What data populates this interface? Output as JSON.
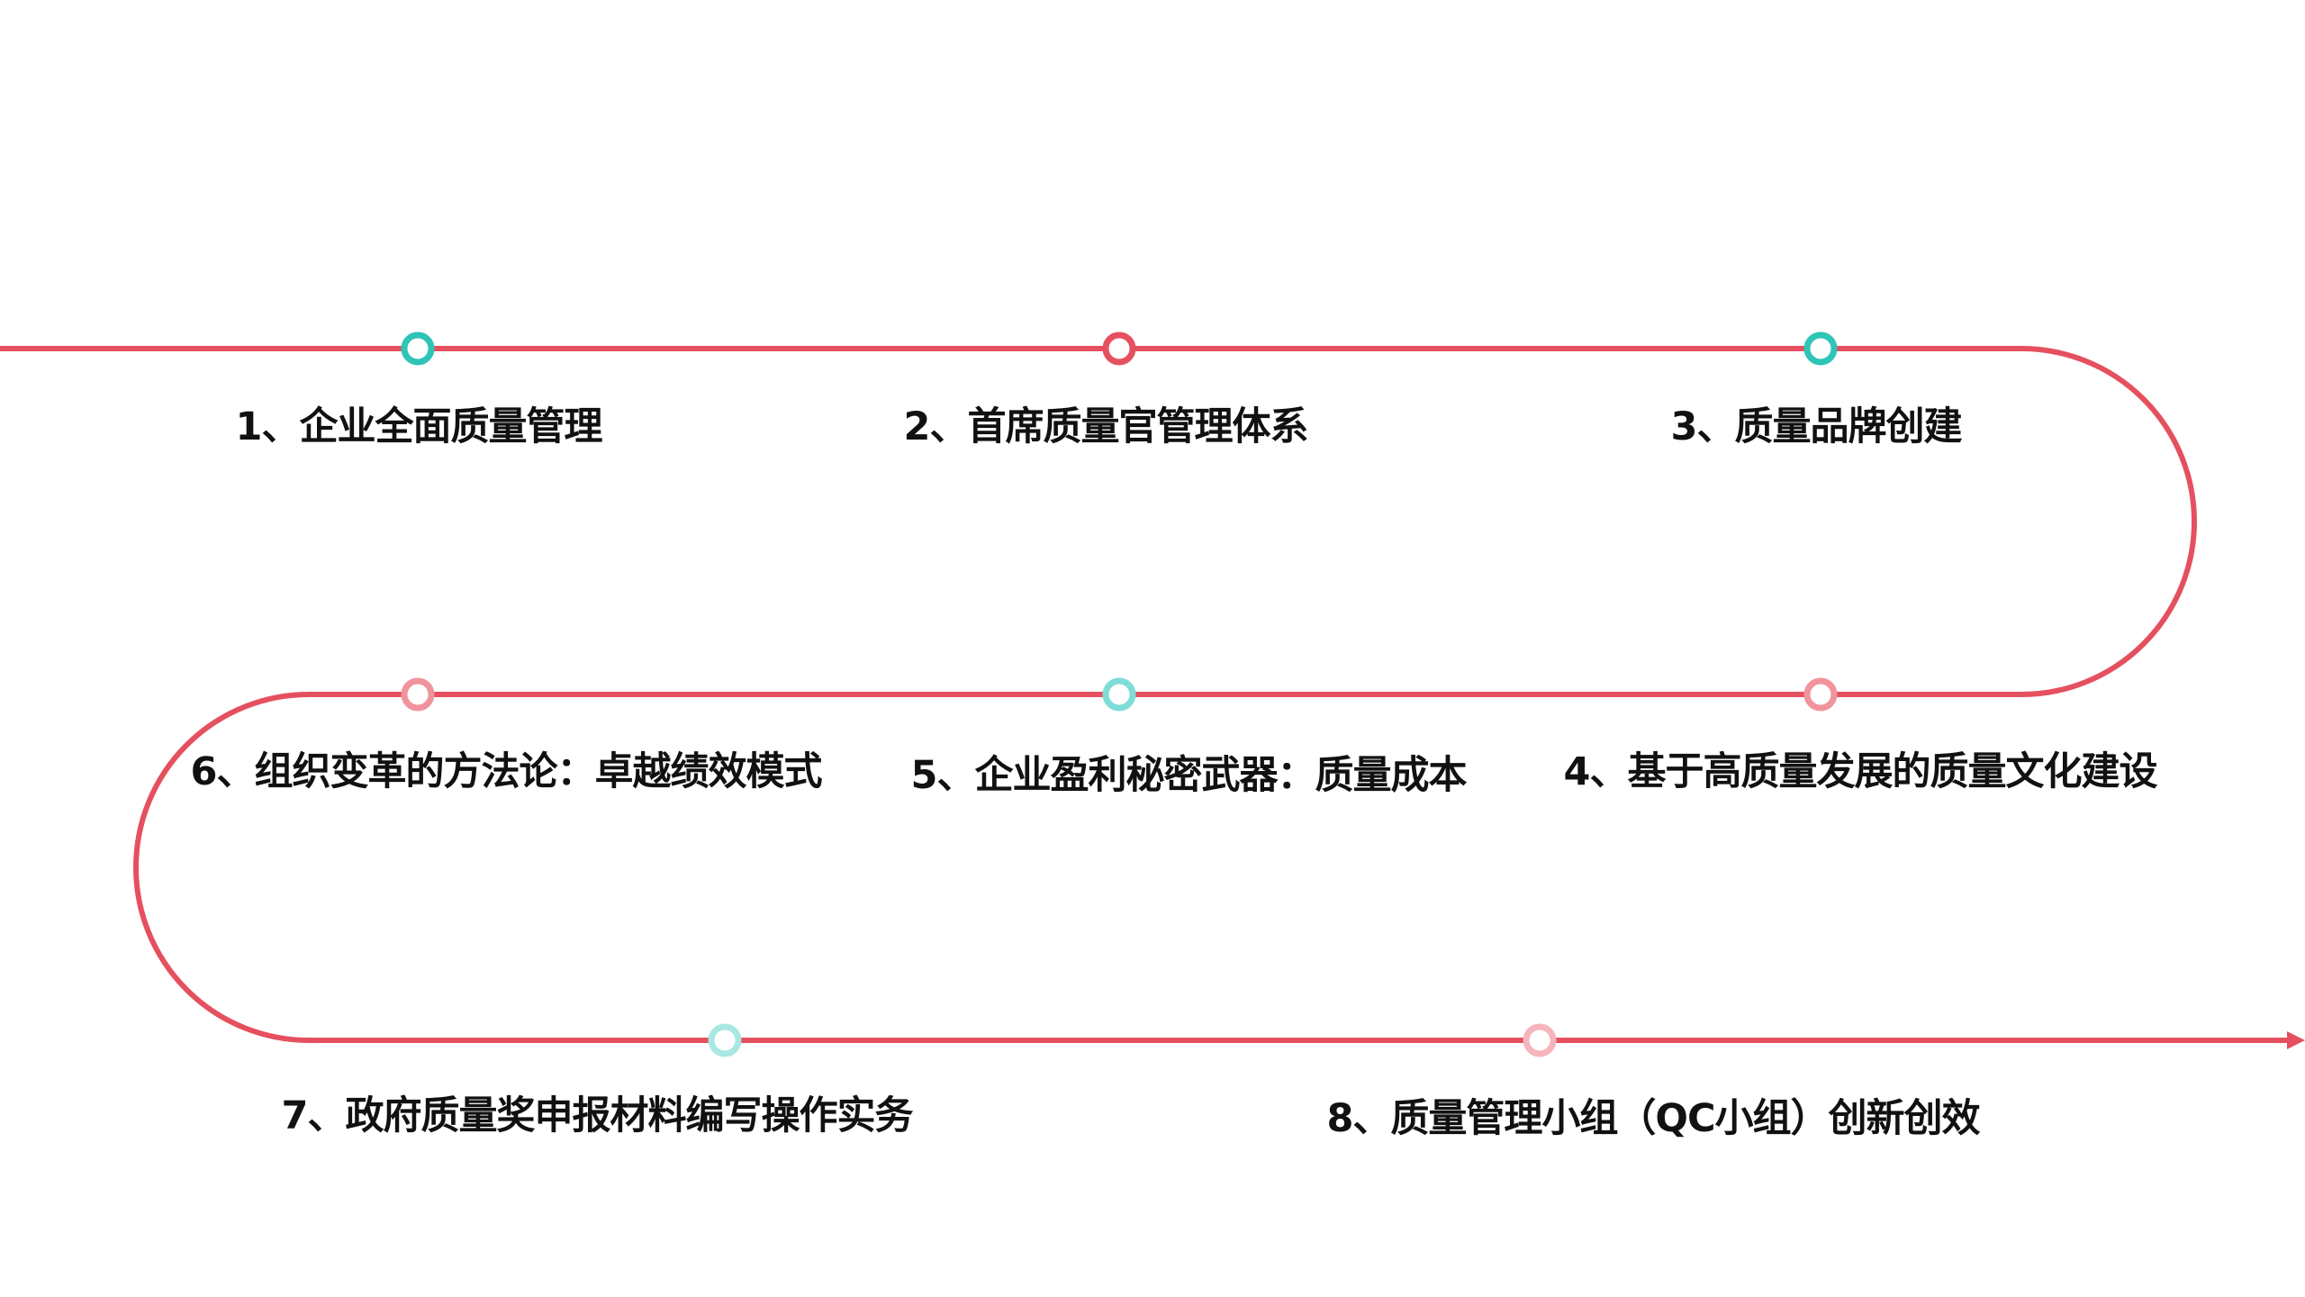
{
  "colors": {
    "line": "#E5505F",
    "teal": "#2EC4B6",
    "red": "#E5505F",
    "pink": "#F0939D",
    "light_teal": "#7EDDD6",
    "pale_teal": "#A8E8E3",
    "pale_pink": "#F5B5BD"
  },
  "steps": [
    {
      "label": "1、企业全面质量管理",
      "color": "#2EC4B6"
    },
    {
      "label": "2、首席质量官管理体系",
      "color": "#E5505F"
    },
    {
      "label": "3、质量品牌创建",
      "color": "#2EC4B6"
    },
    {
      "label": "4、基于高质量发展的质量文化建设",
      "color": "#F0939D"
    },
    {
      "label": "5、企业盈利秘密武器：质量成本",
      "color": "#7EDDD6"
    },
    {
      "label": "6、组织变革的方法论：卓越绩效模式",
      "color": "#F0939D"
    },
    {
      "label": "7、政府质量奖申报材料编写操作实务",
      "color": "#A8E8E3"
    },
    {
      "label": "8、质量管理小组（QC小组）创新创效",
      "color": "#F5B5BD"
    }
  ]
}
